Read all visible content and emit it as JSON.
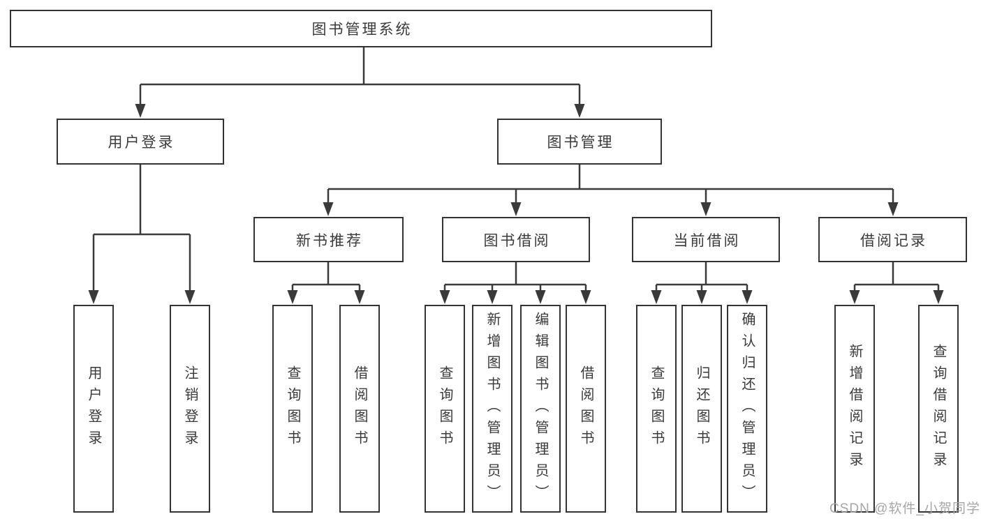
{
  "tree": {
    "label": "图书管理系统",
    "children": [
      {
        "label": "用户登录",
        "children": [
          {
            "label": "用户登录"
          },
          {
            "label": "注销登录"
          }
        ]
      },
      {
        "label": "图书管理",
        "children": [
          {
            "label": "新书推荐",
            "children": [
              {
                "label": "查询图书"
              },
              {
                "label": "借阅图书"
              }
            ]
          },
          {
            "label": "图书借阅",
            "children": [
              {
                "label": "查询图书"
              },
              {
                "label": "新增图书（管理员）"
              },
              {
                "label": "编辑图书（管理员）"
              },
              {
                "label": "借阅图书"
              }
            ]
          },
          {
            "label": "当前借阅",
            "children": [
              {
                "label": "查询图书"
              },
              {
                "label": "归还图书"
              },
              {
                "label": "确认归还（管理员）"
              }
            ]
          },
          {
            "label": "借阅记录",
            "children": [
              {
                "label": "新增借阅记录"
              },
              {
                "label": "查询借阅记录"
              }
            ]
          }
        ]
      }
    ]
  },
  "watermark": "CSDN @软件_小贺同学",
  "colors": {
    "line": "#3a3a3a",
    "box_border": "#333333",
    "text": "#3a3a3a",
    "background": "#ffffff",
    "watermark": "#a6a6a6"
  }
}
